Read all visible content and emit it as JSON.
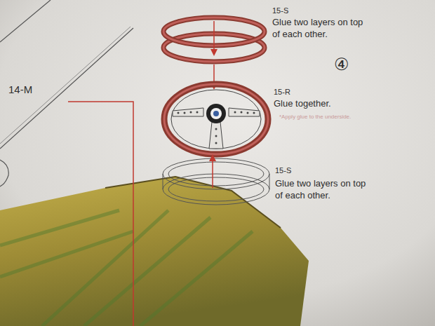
{
  "diagram": {
    "labels": [
      "15-S",
      "Glue two layers on top of each other.",
      "14-M",
      "15-R",
      "④",
      "Glue together.",
      "*Apply glue to the underside.",
      "15-S",
      "Glue two layers on top of each other."
    ]
  }
}
